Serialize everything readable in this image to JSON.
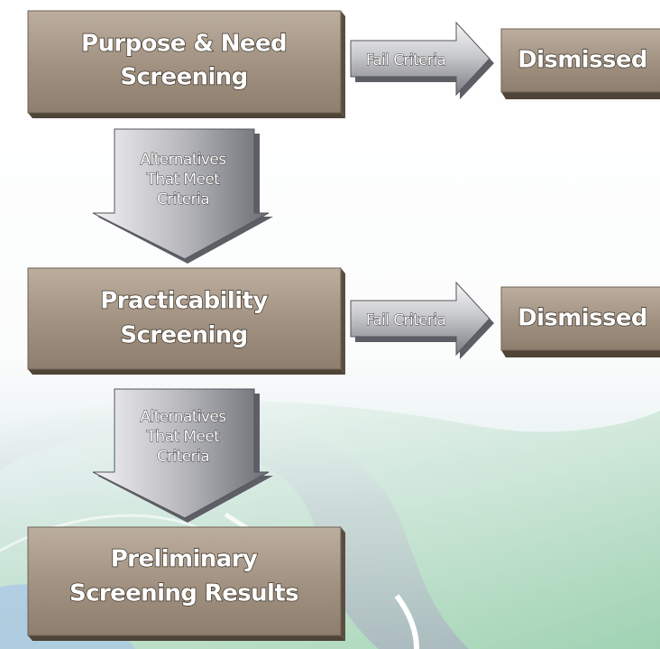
{
  "flowchart": {
    "stage1": {
      "title_line1": "Purpose & Need",
      "title_line2": "Screening"
    },
    "stage2": {
      "title_line1": "Practicability",
      "title_line2": "Screening"
    },
    "result": {
      "title_line1": "Preliminary",
      "title_line2": "Screening Results"
    },
    "fail_arrow_1": {
      "label": "Fail Criteria"
    },
    "fail_arrow_2": {
      "label": "Fail Criteria"
    },
    "dismissed_1": {
      "label": "Dismissed"
    },
    "dismissed_2": {
      "label": "Dismissed"
    },
    "pass_arrow_1": {
      "line1": "Alternatives",
      "line2": "That Meet",
      "line3": "Criteria"
    },
    "pass_arrow_2": {
      "line1": "Alternatives",
      "line2": "That Meet",
      "line3": "Criteria"
    }
  },
  "colors": {
    "box_face": "#a39383",
    "box_side": "#5b4e41",
    "box_bottom": "#4f4438",
    "arrow_light": "#f2f2f3",
    "arrow_dark": "#6f7077",
    "road_bg": "#c6e2d0",
    "sky_bg": "#eef4f7"
  }
}
